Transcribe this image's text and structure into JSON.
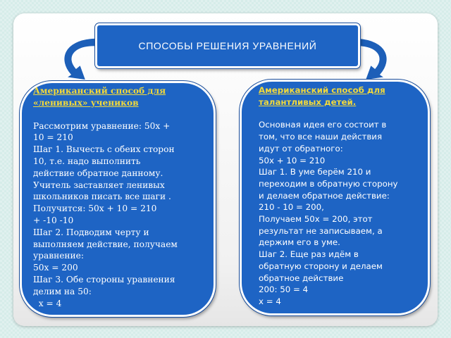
{
  "title": "СПОСОБЫ  РЕШЕНИЯ  УРАВНЕНИЙ",
  "colors": {
    "box_fill": "#1e64c4",
    "heading_text": "#f2d93a",
    "body_text": "#ffffff",
    "arrow_fill": "#1d5fb8",
    "background": "#d6ece9"
  },
  "left": {
    "heading": [
      "Американский способ для",
      "«ленивых» учеников"
    ],
    "lines": [
      "Рассмотрим уравнение: 50х +",
      "10 = 210",
      "Шаг 1.  Вычесть с обеих сторон",
      "10, т.е. надо выполнить",
      "действие обратное данному.",
      "Учитель заставляет ленивых",
      "школьников писать все шаги .",
      "Получится:  50х + 10 = 210",
      "+ -10 -10",
      "Шаг 2.  Подводим черту и",
      "выполняем действие, получаем",
      "уравнение:",
      "50х = 200",
      "Шаг 3.  Обе стороны уравнения",
      "делим на 50:",
      "  х = 4"
    ]
  },
  "right": {
    "heading": [
      "Американский способ для",
      "талантливых детей."
    ],
    "lines": [
      "Основная идея его состоит в",
      "том, что все наши действия",
      "идут от обратного:",
      "50х + 10 = 210",
      "Шаг 1. В уме берём 210  и",
      "переходим в обратную сторону",
      "и делаем обратное действие:",
      "210 - 10 = 200,",
      "Получаем 50х = 200,  этот",
      "результат не записываем, а",
      "держим его в уме.",
      "Шаг 2. Еще раз идём в",
      "обратную сторону и делаем",
      "обратное действие",
      "200: 50 = 4",
      "х = 4"
    ]
  }
}
